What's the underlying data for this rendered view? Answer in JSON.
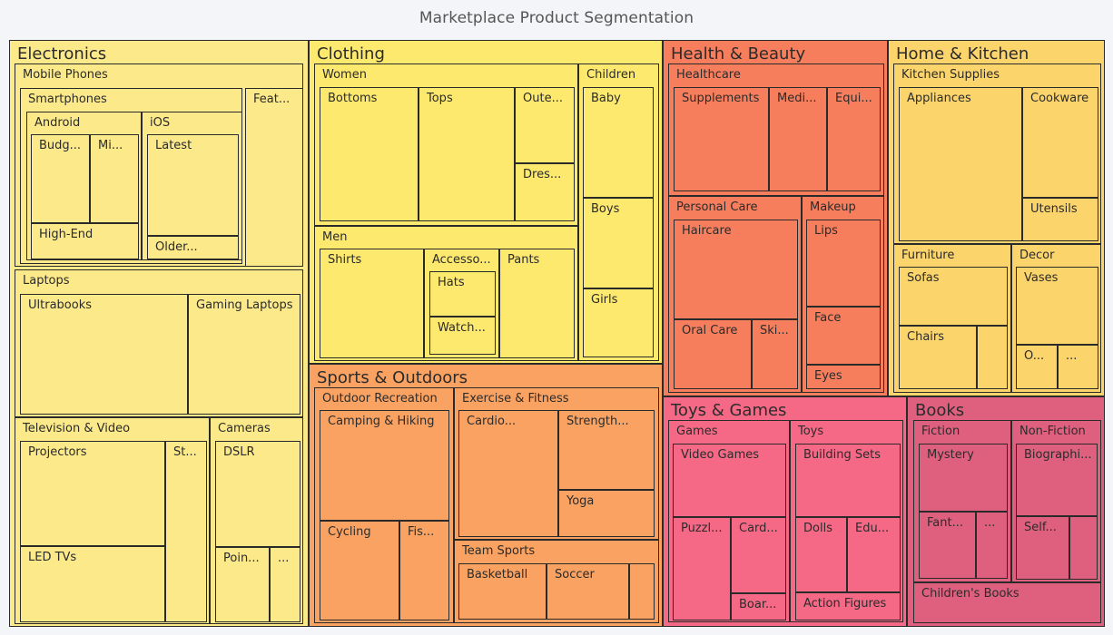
{
  "title": "Marketplace Product Segmentation",
  "colors": {
    "electronics": "#fbe98a",
    "clothing": "#fde96e",
    "health": "#f67e5d",
    "home": "#fbd46c",
    "sports": "#faa261",
    "toys": "#f56986",
    "books": "#df607e"
  },
  "chart_data": {
    "type": "treemap",
    "title": "Marketplace Product Segmentation",
    "root": [
      {
        "label": "Electronics",
        "color": "electronics",
        "children": [
          {
            "label": "Mobile Phones",
            "children": [
              {
                "label": "Smartphones",
                "children": [
                  {
                    "label": "Android",
                    "children": [
                      {
                        "label": "Budg..."
                      },
                      {
                        "label": "Mi..."
                      },
                      {
                        "label": "High-End"
                      }
                    ]
                  },
                  {
                    "label": "iOS",
                    "children": [
                      {
                        "label": "Latest"
                      },
                      {
                        "label": "Older..."
                      }
                    ]
                  }
                ]
              },
              {
                "label": "Feat..."
              }
            ]
          },
          {
            "label": "Laptops",
            "children": [
              {
                "label": "Ultrabooks"
              },
              {
                "label": "Gaming Laptops"
              }
            ]
          },
          {
            "label": "Television & Video",
            "children": [
              {
                "label": "Projectors"
              },
              {
                "label": "LED TVs"
              },
              {
                "label": "St..."
              }
            ]
          },
          {
            "label": "Cameras",
            "children": [
              {
                "label": "DSLR"
              },
              {
                "label": "Poin..."
              },
              {
                "label": "..."
              }
            ]
          }
        ]
      },
      {
        "label": "Clothing",
        "color": "clothing",
        "children": [
          {
            "label": "Women",
            "children": [
              {
                "label": "Bottoms"
              },
              {
                "label": "Tops"
              },
              {
                "label": "Oute..."
              },
              {
                "label": "Dres..."
              }
            ]
          },
          {
            "label": "Men",
            "children": [
              {
                "label": "Shirts"
              },
              {
                "label": "Accesso...",
                "children": [
                  {
                    "label": "Hats"
                  },
                  {
                    "label": "Watch..."
                  }
                ]
              },
              {
                "label": "Pants"
              }
            ]
          },
          {
            "label": "Children",
            "children": [
              {
                "label": "Baby"
              },
              {
                "label": "Boys"
              },
              {
                "label": "Girls"
              }
            ]
          }
        ]
      },
      {
        "label": "Health & Beauty",
        "color": "health",
        "children": [
          {
            "label": "Healthcare",
            "children": [
              {
                "label": "Supplements"
              },
              {
                "label": "Medi..."
              },
              {
                "label": "Equi..."
              }
            ]
          },
          {
            "label": "Personal Care",
            "children": [
              {
                "label": "Haircare"
              },
              {
                "label": "Oral Care"
              },
              {
                "label": "Ski..."
              }
            ]
          },
          {
            "label": "Makeup",
            "children": [
              {
                "label": "Lips"
              },
              {
                "label": "Face"
              },
              {
                "label": "Eyes"
              }
            ]
          }
        ]
      },
      {
        "label": "Home & Kitchen",
        "color": "home",
        "children": [
          {
            "label": "Kitchen Supplies",
            "children": [
              {
                "label": "Appliances"
              },
              {
                "label": "Cookware"
              },
              {
                "label": "Utensils"
              }
            ]
          },
          {
            "label": "Furniture",
            "children": [
              {
                "label": "Sofas"
              },
              {
                "label": "Chairs"
              },
              {
                "label": ""
              }
            ]
          },
          {
            "label": "Decor",
            "children": [
              {
                "label": "Vases"
              },
              {
                "label": "O..."
              },
              {
                "label": "..."
              }
            ]
          }
        ]
      },
      {
        "label": "Sports & Outdoors",
        "color": "sports",
        "children": [
          {
            "label": "Outdoor Recreation",
            "children": [
              {
                "label": "Camping & Hiking"
              },
              {
                "label": "Cycling"
              },
              {
                "label": "Fis..."
              }
            ]
          },
          {
            "label": "Exercise & Fitness",
            "children": [
              {
                "label": "Cardio..."
              },
              {
                "label": "Strength..."
              },
              {
                "label": "Yoga"
              }
            ]
          },
          {
            "label": "Team Sports",
            "children": [
              {
                "label": "Basketball"
              },
              {
                "label": "Soccer"
              },
              {
                "label": ""
              }
            ]
          }
        ]
      },
      {
        "label": "Toys & Games",
        "color": "toys",
        "children": [
          {
            "label": "Games",
            "children": [
              {
                "label": "Video Games"
              },
              {
                "label": "Puzzl..."
              },
              {
                "label": "Card..."
              },
              {
                "label": "Boar..."
              }
            ]
          },
          {
            "label": "Toys",
            "children": [
              {
                "label": "Building Sets"
              },
              {
                "label": "Dolls"
              },
              {
                "label": "Edu..."
              },
              {
                "label": "Action Figures"
              }
            ]
          }
        ]
      },
      {
        "label": "Books",
        "color": "books",
        "children": [
          {
            "label": "Fiction",
            "children": [
              {
                "label": "Mystery"
              },
              {
                "label": "Fant..."
              },
              {
                "label": "..."
              }
            ]
          },
          {
            "label": "Non-Fiction",
            "children": [
              {
                "label": "Biographi..."
              },
              {
                "label": "Self..."
              },
              {
                "label": ""
              }
            ]
          },
          {
            "label": "Children's Books"
          }
        ]
      }
    ]
  }
}
